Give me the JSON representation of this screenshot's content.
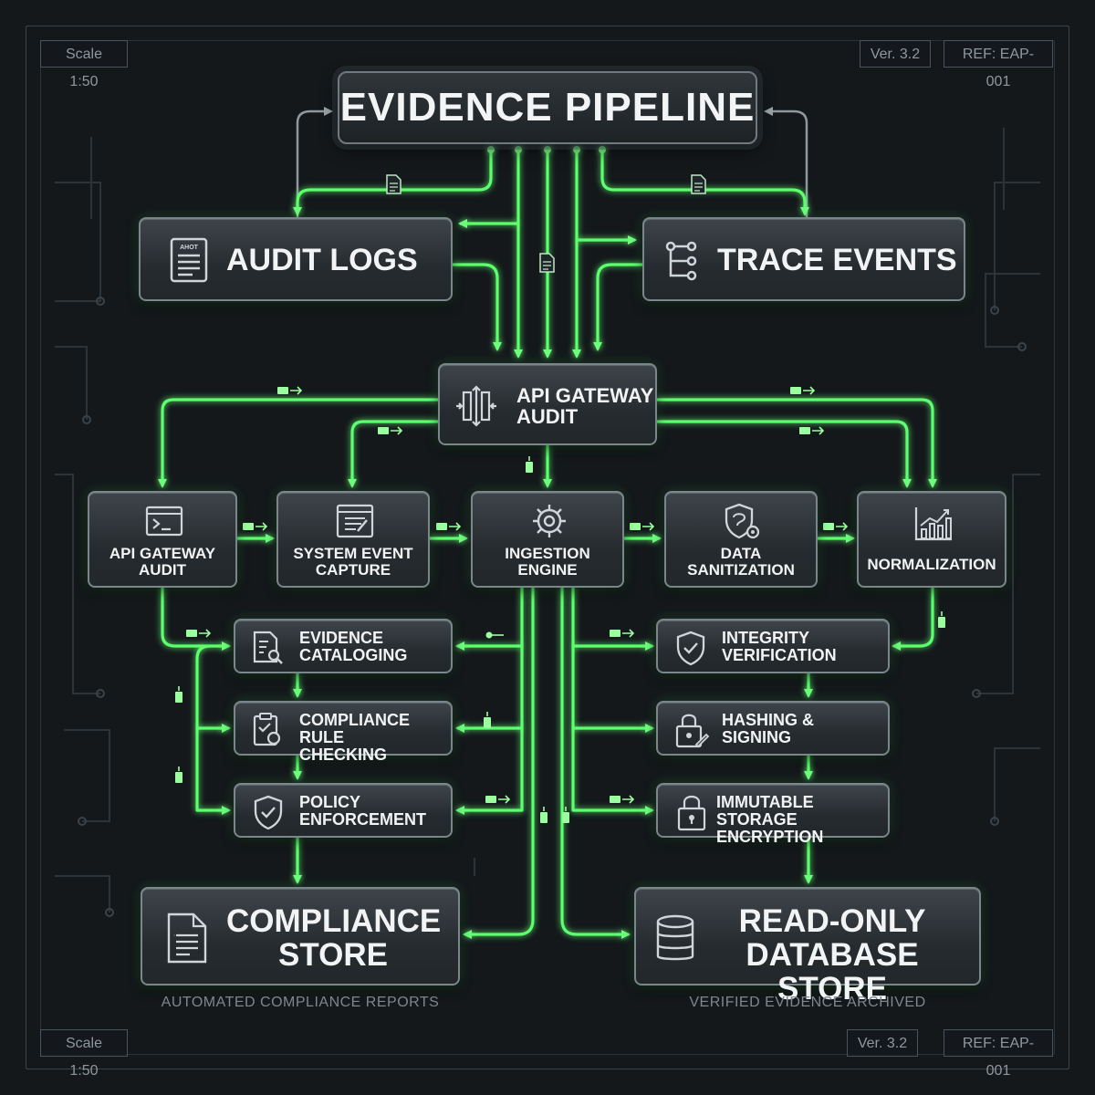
{
  "header": {
    "title": "EVIDENCE PIPELINE",
    "scale_top": "Scale 1:50",
    "version_top": "Ver. 3.2",
    "ref_top": "REF: EAP-001",
    "scale_bottom": "Scale 1:50",
    "version_bottom": "Ver. 3.2",
    "ref_bottom": "REF: EAP-001"
  },
  "sources": {
    "audit_logs": "AUDIT LOGS",
    "trace_events": "TRACE EVENTS",
    "audit_icon_text": "AHOT"
  },
  "gateway": {
    "line1": "API GATEWAY",
    "line2": "AUDIT"
  },
  "row": {
    "api_gateway_audit": [
      "API GATEWAY",
      "AUDIT"
    ],
    "system_event_capture": [
      "SYSTEM EVENT",
      "CAPTURE"
    ],
    "ingestion_engine": [
      "INGESTION",
      "ENGINE"
    ],
    "data_sanitization": [
      "DATA",
      "SANITIZATION"
    ],
    "normalization": "NORMALIZATION"
  },
  "left_chain": {
    "evidence_cataloging": [
      "EVIDENCE",
      "CATALOGING"
    ],
    "compliance_rule_checking": [
      "COMPLIANCE RULE",
      "CHECKING"
    ],
    "policy_enforcement": [
      "POLICY",
      "ENFORCEMENT"
    ]
  },
  "right_chain": {
    "integrity_verification": [
      "INTEGRITY",
      "VERIFICATION"
    ],
    "hashing_signing": [
      "HASHING &",
      "SIGNING"
    ],
    "immutable_storage_encryption": [
      "IMMUTABLE STORAGE",
      "ENCRYPTION"
    ]
  },
  "stores": {
    "compliance": [
      "COMPLIANCE",
      "STORE"
    ],
    "compliance_caption": "AUTOMATED COMPLIANCE REPORTS",
    "readonly": [
      "READ-ONLY",
      "DATABASE STORE"
    ],
    "readonly_caption": "VERIFIED EVIDENCE ARCHIVED"
  },
  "colors": {
    "wire": "#5dff6e",
    "wire_glow": "#2bd94a",
    "background": "#14181b",
    "node_border": "#7b868c"
  }
}
